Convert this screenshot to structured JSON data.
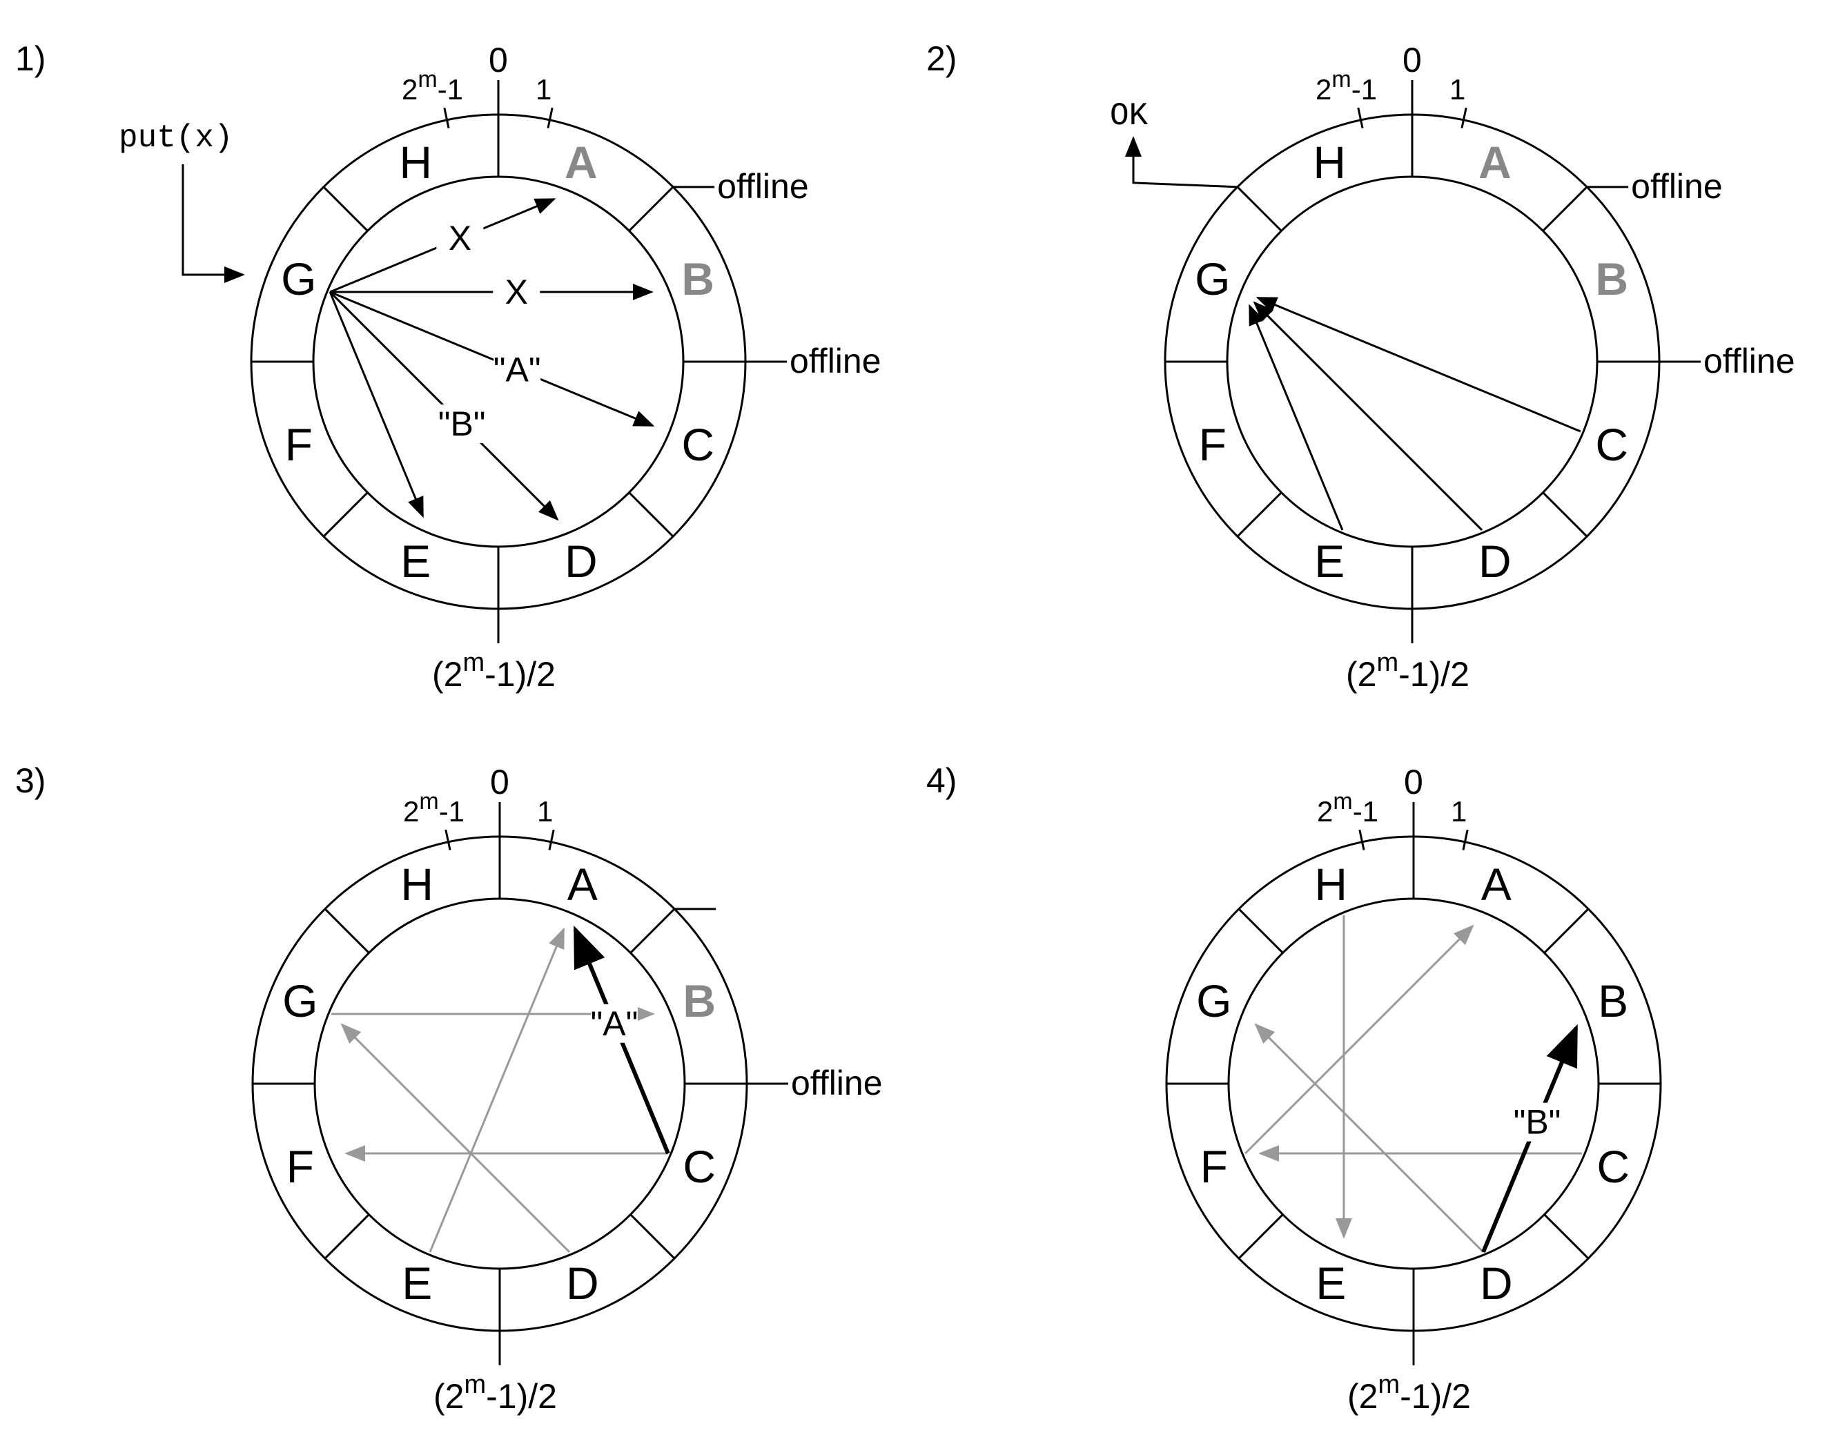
{
  "panels": [
    {
      "id": "1",
      "label": "1)",
      "offline_nodes": [
        "A",
        "B"
      ],
      "labels": {
        "zero": "0",
        "one": "1",
        "top_left": "2",
        "top_left_sup": "m",
        "top_left_tail": "-1",
        "bottom": "(2",
        "bottom_sup": "m",
        "bottom_tail": "-1)/2"
      },
      "offline_label": "offline",
      "request_label": "put(x)",
      "arrows": [
        {
          "from": "G",
          "to": "A",
          "label": "X",
          "color": "#000000"
        },
        {
          "from": "G",
          "to": "B",
          "label": "X",
          "color": "#000000"
        },
        {
          "from": "G",
          "to": "C",
          "label": "\"A\"",
          "color": "#000000"
        },
        {
          "from": "G",
          "to": "D",
          "label": "\"B\"",
          "color": "#000000"
        },
        {
          "from": "G",
          "to": "E",
          "label": "",
          "color": "#000000"
        }
      ]
    },
    {
      "id": "2",
      "label": "2)",
      "offline_nodes": [
        "A",
        "B"
      ],
      "labels": {
        "zero": "0",
        "one": "1",
        "top_left": "2",
        "top_left_sup": "m",
        "top_left_tail": "-1",
        "bottom": "(2",
        "bottom_sup": "m",
        "bottom_tail": "-1)/2"
      },
      "offline_label": "offline",
      "response_label": "OK",
      "arrows": [
        {
          "from": "C",
          "to": "G",
          "label": "",
          "color": "#000000"
        },
        {
          "from": "D",
          "to": "G",
          "label": "",
          "color": "#000000"
        },
        {
          "from": "E",
          "to": "G",
          "label": "",
          "color": "#000000"
        }
      ]
    },
    {
      "id": "3",
      "label": "3)",
      "offline_nodes": [
        "B"
      ],
      "labels": {
        "zero": "0",
        "one": "1",
        "top_left": "2",
        "top_left_sup": "m",
        "top_left_tail": "-1",
        "bottom": "(2",
        "bottom_sup": "m",
        "bottom_tail": "-1)/2"
      },
      "offline_label": "offline",
      "arrows": [
        {
          "from": "G",
          "to": "B",
          "label": "",
          "color": "#999999"
        },
        {
          "from": "E",
          "to": "A",
          "label": "",
          "color": "#999999"
        },
        {
          "from": "D",
          "to": "G",
          "label": "",
          "color": "#999999"
        },
        {
          "from": "C",
          "to": "F",
          "label": "",
          "color": "#999999"
        },
        {
          "from": "C",
          "to": "A",
          "label": "\"A\"",
          "color": "#000000"
        }
      ]
    },
    {
      "id": "4",
      "label": "4)",
      "offline_nodes": [],
      "labels": {
        "zero": "0",
        "one": "1",
        "top_left": "2",
        "top_left_sup": "m",
        "top_left_tail": "-1",
        "bottom": "(2",
        "bottom_sup": "m",
        "bottom_tail": "-1)/2"
      },
      "offline_label": "",
      "arrows": [
        {
          "from": "H",
          "to": "E",
          "label": "",
          "color": "#999999"
        },
        {
          "from": "F",
          "to": "A",
          "label": "",
          "color": "#999999"
        },
        {
          "from": "D",
          "to": "G",
          "label": "",
          "color": "#999999"
        },
        {
          "from": "C",
          "to": "F",
          "label": "",
          "color": "#999999"
        },
        {
          "from": "D",
          "to": "B",
          "label": "\"B\"",
          "color": "#000000"
        }
      ]
    }
  ],
  "node_names": [
    "A",
    "B",
    "C",
    "D",
    "E",
    "F",
    "G",
    "H"
  ]
}
